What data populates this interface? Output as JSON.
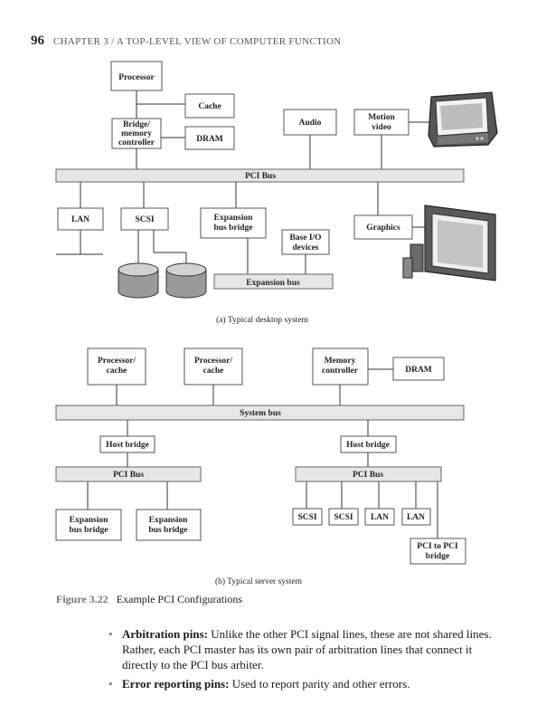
{
  "header": {
    "page_number": "96",
    "chapter": "CHAPTER 3 / A TOP-LEVEL VIEW OF COMPUTER FUNCTION"
  },
  "diagram_a": {
    "processor": "Processor",
    "cache": "Cache",
    "bridge": [
      "Bridge/",
      "memory",
      "controller"
    ],
    "dram": "DRAM",
    "audio": "Audio",
    "motion_video": [
      "Motion",
      "video"
    ],
    "pci_bus": "PCI Bus",
    "lan": "LAN",
    "scsi": "SCSI",
    "expansion_bridge": [
      "Expansion",
      "bus bridge"
    ],
    "base_io": [
      "Base I/O",
      "devices"
    ],
    "graphics": "Graphics",
    "expansion_bus": "Expansion bus",
    "caption": "(a) Typical desktop system"
  },
  "diagram_b": {
    "proc_cache_1": [
      "Processor/",
      "cache"
    ],
    "proc_cache_2": [
      "Processor/",
      "cache"
    ],
    "mem_ctrl": [
      "Memory",
      "controller"
    ],
    "dram": "DRAM",
    "system_bus": "System bus",
    "host_bridge_1": "Host bridge",
    "host_bridge_2": "Host bridge",
    "pci_bus_1": "PCI Bus",
    "pci_bus_2": "PCI Bus",
    "exp_bridge_1": [
      "Expansion",
      "bus bridge"
    ],
    "exp_bridge_2": [
      "Expansion",
      "bus bridge"
    ],
    "scsi_1": "SCSI",
    "scsi_2": "SCSI",
    "lan_1": "LAN",
    "lan_2": "LAN",
    "pci_to_pci": [
      "PCI to PCI",
      "bridge"
    ],
    "caption": "(b) Typical server system"
  },
  "figure": {
    "number": "Figure 3.22",
    "title": "Example PCI Configurations"
  },
  "bullets": [
    {
      "term": "Arbitration pins:",
      "text": " Unlike the other PCI signal lines, these are not shared lines. Rather, each PCI master has its own pair of arbitration lines that connect it directly to the PCI bus arbiter."
    },
    {
      "term": "Error reporting pins:",
      "text": " Used to report parity and other errors."
    }
  ]
}
